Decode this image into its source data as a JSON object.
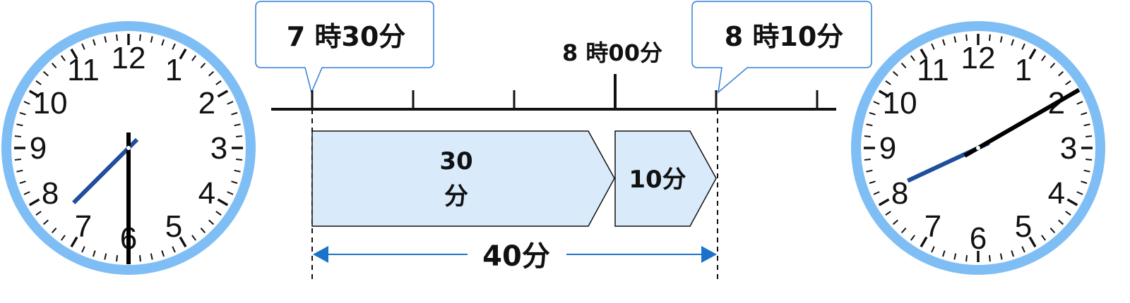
{
  "colors": {
    "clock_ring": "#7fbef5",
    "hour_hand": "#1f4e9c",
    "minute_hand": "#000000",
    "segment_fill": "#d9ebfb",
    "callout_border": "#2e7fd6",
    "arrow": "#1a73c9",
    "axis": "#111111"
  },
  "clock_numbers": [
    "12",
    "1",
    "2",
    "3",
    "4",
    "5",
    "6",
    "7",
    "8",
    "9",
    "10",
    "11"
  ],
  "start_clock": {
    "hour": 7,
    "minute": 30
  },
  "end_clock": {
    "hour": 8,
    "minute": 10
  },
  "callouts": {
    "start": "7 時30分",
    "end": "8 時10分"
  },
  "tick_label": "8 時00分",
  "segments": [
    {
      "lines": [
        "30",
        "分"
      ]
    },
    {
      "lines": [
        "10分"
      ]
    }
  ],
  "total_label": "40分"
}
